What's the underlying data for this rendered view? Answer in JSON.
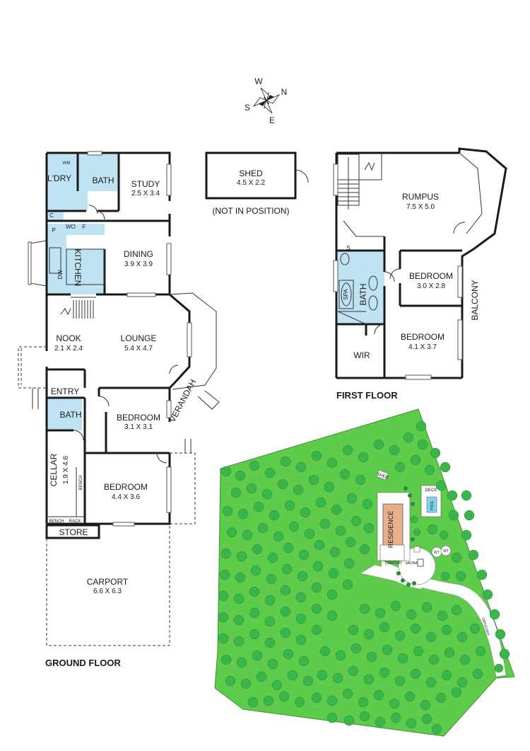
{
  "compass": {
    "w": "W",
    "n": "N",
    "s": "S",
    "e": "E"
  },
  "ground": {
    "title": "GROUND FLOOR",
    "rooms": {
      "laundry": "L'DRY",
      "wm": "WM",
      "bath_top": "BATH",
      "study": "STUDY",
      "study_dim": "2.5 X 3.4",
      "c": "C",
      "p": "P",
      "wo": "WO",
      "f": "F",
      "kitchen": "KITCHEN",
      "dw": "DW",
      "dining": "DINING",
      "dining_dim": "3.9 X 3.9",
      "nook": "NOOK",
      "nook_dim": "2.1 X 2.4",
      "lounge": "LOUNGE",
      "lounge_dim": "5.4 X 4.7",
      "entry": "ENTRY",
      "bath_lower": "BATH",
      "bedroom1": "BEDROOM",
      "bedroom1_dim": "3.1 X 3.1",
      "verandah": "VERANDAH",
      "cellar": "CELLAR",
      "cellar_dim": "1.9 X 4.6",
      "bench_v": "BENCH",
      "bench": "BENCH",
      "rack": "RACK",
      "bedroom2": "BEDROOM",
      "bedroom2_dim": "4.4 X 3.6",
      "store": "STORE",
      "carport": "CARPORT",
      "carport_dim": "6.6 X 6.3"
    }
  },
  "shed": {
    "label": "SHED",
    "dim": "4.5 X 2.2",
    "note": "(NOT IN POSITION)"
  },
  "first": {
    "title": "FIRST FLOOR",
    "rooms": {
      "rumpus": "RUMPUS",
      "rumpus_dim": "7.5 X 5.0",
      "s": "S",
      "spa": "SPA",
      "bath": "BATH",
      "bedroom1": "BEDROOM",
      "bedroom1_dim": "3.0 X 2.8",
      "balcony": "BALCONY",
      "wir": "WIR",
      "bedroom2": "BEDROOM",
      "bedroom2_dim": "4.1 X 3.7"
    }
  },
  "site": {
    "residence": "RESIDENCE",
    "shed": "SHED",
    "deck": "DECK",
    "pool": "POOL",
    "carport": "CARPORT",
    "sauna": "SAUNA",
    "wt1": "WT",
    "wt2": "WT",
    "driveway": "DRIVEWAY"
  },
  "colors": {
    "wet_area": "#bfe3f3",
    "grass": "#5fcb4a",
    "trees": "#39b54a",
    "residence": "#e8b08a"
  }
}
